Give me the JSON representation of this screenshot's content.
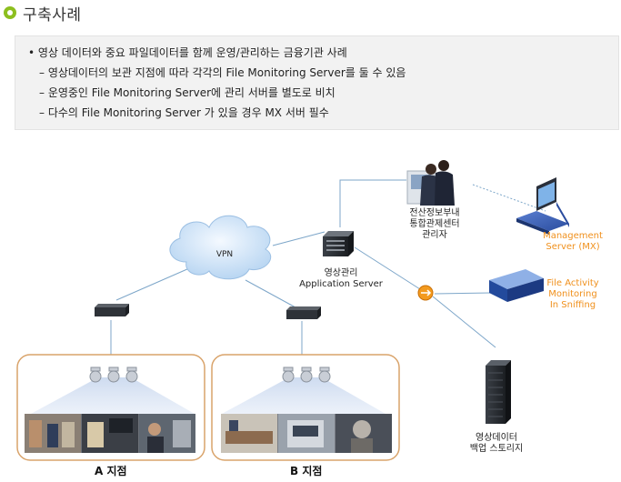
{
  "header": {
    "title": "구축사례"
  },
  "summary": {
    "bullet": "• 영상 데이터와 중요 파일데이터를 함께 운영/관리하는 금융기관 사례",
    "items": [
      "– 영상데이터의 보관 지점에 따라 각각의 File Monitoring  Server를 둘 수 있음",
      "– 운영중인 File Monitoring Server에 관리 서버를 별도로 비치",
      "– 다수의 File Monitoring Server 가 있을 경우 MX 서버 필수"
    ]
  },
  "diagram": {
    "vpn_label": "VPN",
    "center_label_line1": "전산정보부내",
    "center_label_line2": "통합관제센터",
    "center_label_line3": "관리자",
    "app_server_line1": "영상관리",
    "app_server_line2": "Application Server",
    "mgmt_line1": "Management",
    "mgmt_line2": "Server (MX)",
    "fam_line1": "File Activity",
    "fam_line2": "Monitoring",
    "fam_line3": "In Sniffing",
    "storage_line1": "영상데이터",
    "storage_line2": "백업 스토리지",
    "branch_a": "A 지점",
    "branch_b": "B 지점"
  },
  "colors": {
    "title_bullet": "#8dbf1f",
    "branch_border": "#d9a36a",
    "accent_orange": "#f0901c",
    "network_line": "#7da6c9"
  }
}
